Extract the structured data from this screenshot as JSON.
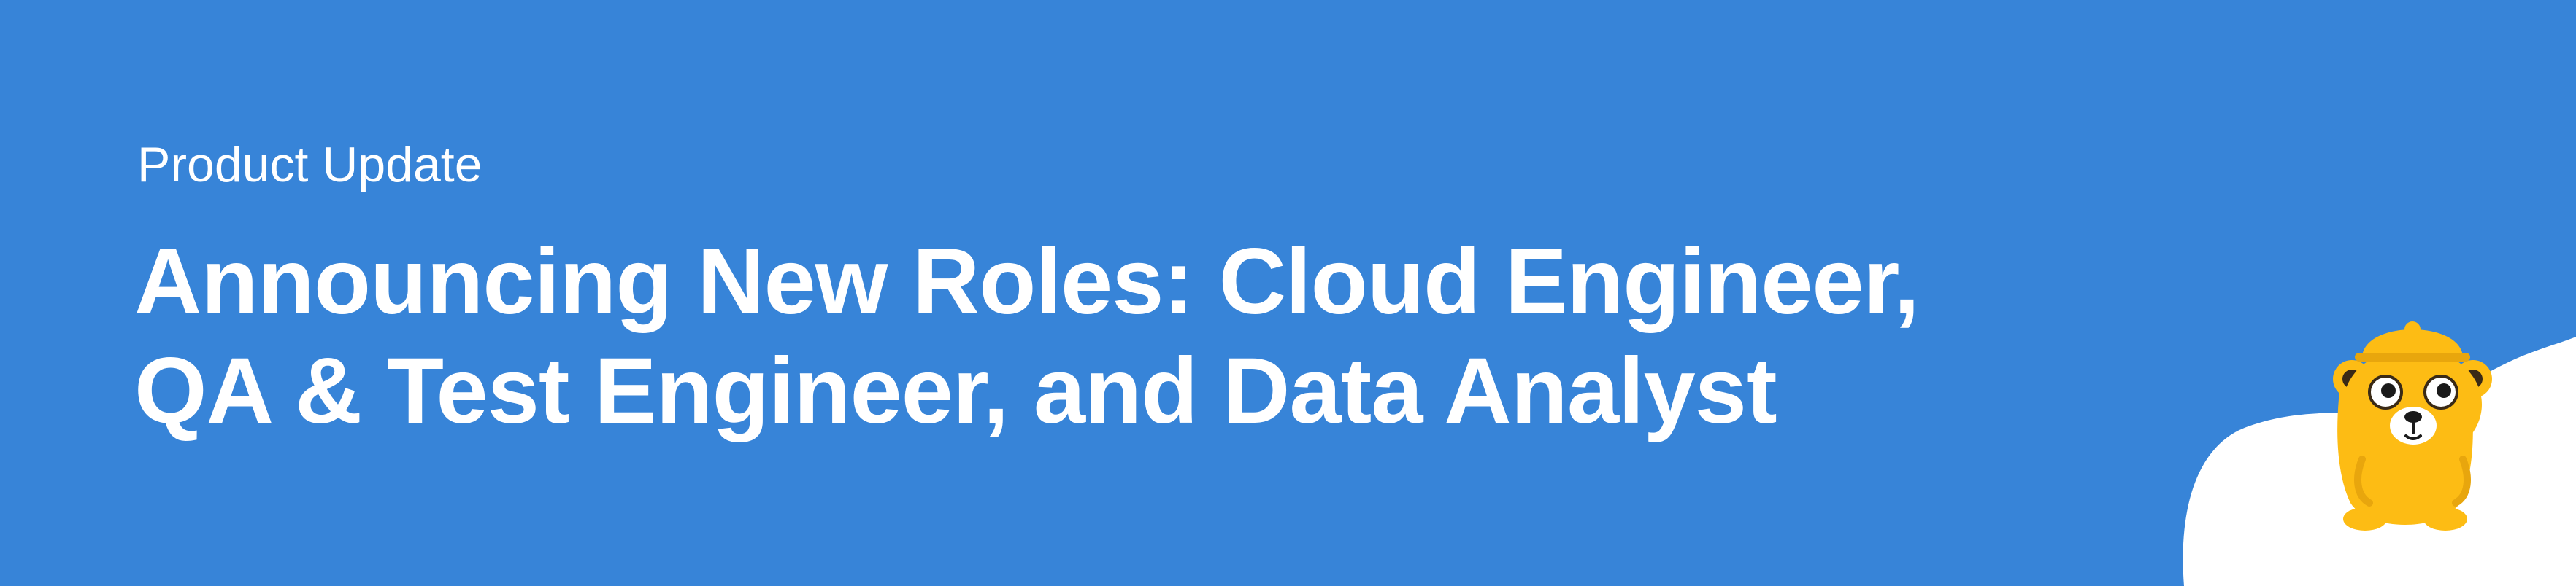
{
  "banner": {
    "background_color": "#3784d8",
    "wave_color": "#ffffff",
    "eyebrow": "Product Update",
    "headline": {
      "line1": "Announcing New Roles: Cloud Engineer,",
      "line2": "QA & Test Engineer, and Data Analyst"
    }
  },
  "mascot": {
    "icon": "yellow-bear-mascot-icon",
    "body_color": "#fdbc14",
    "shadow_color": "#e8a60d"
  }
}
